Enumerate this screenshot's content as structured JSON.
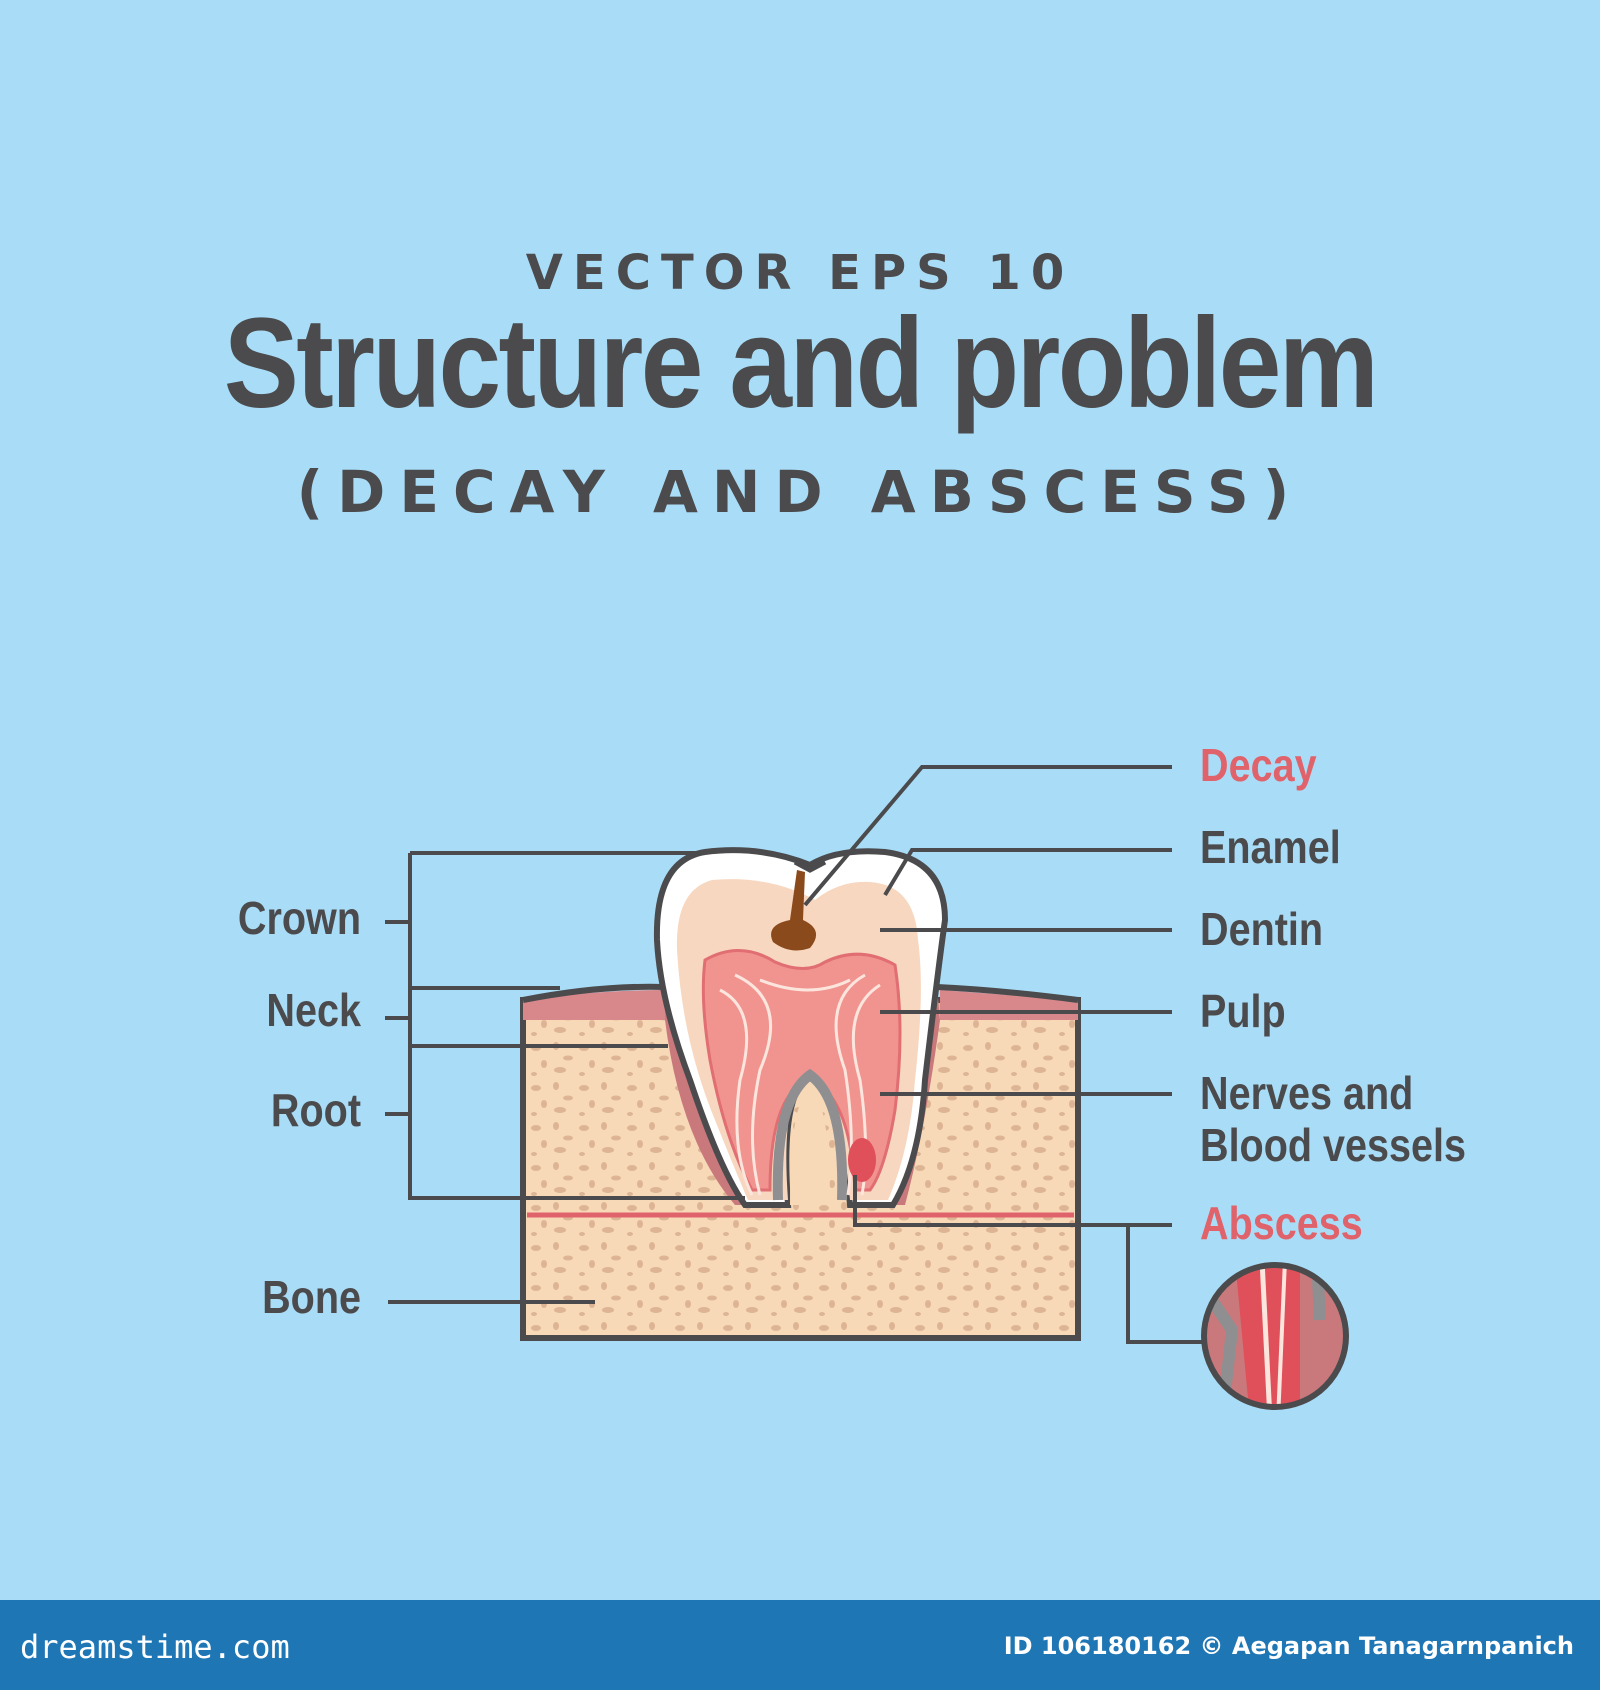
{
  "header": {
    "eyebrow": "VECTOR EPS 10",
    "title": "Structure and problem",
    "subtitle": "(DECAY AND ABSCESS)"
  },
  "labels": {
    "left": {
      "crown": "Crown",
      "neck": "Neck",
      "root": "Root",
      "bone": "Bone"
    },
    "right": {
      "decay": "Decay",
      "enamel": "Enamel",
      "dentin": "Dentin",
      "pulp": "Pulp",
      "nerves_line1": "Nerves and",
      "nerves_line2": "Blood vessels",
      "abscess": "Abscess"
    }
  },
  "colors": {
    "background": "#a9ddf7",
    "text": "#4b4b4d",
    "highlight": "#e0636b",
    "enamel": "#ffffff",
    "dentin": "#f7d7bf",
    "pulp": "#f1938f",
    "gum": "#d8888a",
    "bone": "#f7d9b8",
    "decay": "#8a4a1c",
    "footer": "#1f76b4"
  },
  "footer": {
    "site": "dreamstime.com",
    "credit": "ID 106180162 © Aegapan Tanagarnpanich"
  }
}
